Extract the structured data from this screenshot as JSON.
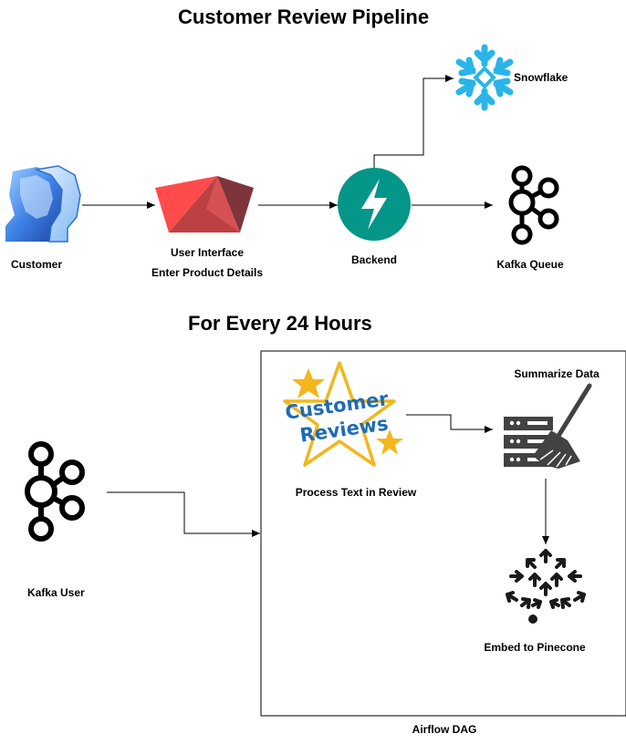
{
  "titles": {
    "pipeline": "Customer Review Pipeline",
    "schedule": "For Every 24 Hours"
  },
  "nodes": {
    "customer": "Customer",
    "ui_line1": "User Interface",
    "ui_line2": "Enter Product Details",
    "backend": "Backend",
    "snowflake": "Snowflake",
    "kafka_queue": "Kafka Queue",
    "kafka_user": "Kafka User",
    "process_text": "Process Text in Review",
    "summarize": "Summarize Data",
    "embed": "Embed to Pinecone",
    "airflow_dag": "Airflow DAG"
  },
  "badge": {
    "line1": "Customer",
    "line2": "Reviews"
  },
  "colors": {
    "streamlit_red": "#ff4b4b",
    "streamlit_dark": "#7d353b",
    "fastapi_teal": "#049688",
    "snowflake_blue": "#29b5e8",
    "star_gold": "#f2b71d",
    "badge_blue": "#1e6bb8",
    "customer_blue": "#2f6fd6"
  }
}
